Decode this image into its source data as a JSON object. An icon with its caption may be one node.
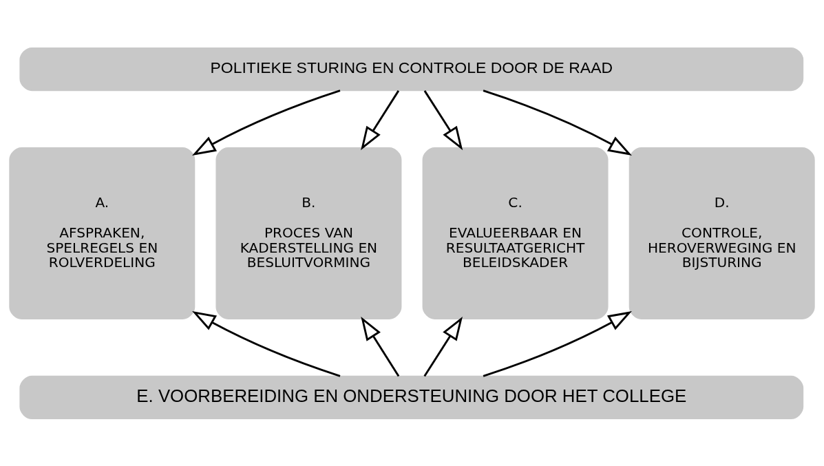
{
  "diagram": {
    "nodes": [
      {
        "text": [
          "POLITIEKE STURING EN CONTROLE DOOR DE RAAD"
        ]
      },
      {
        "text": [
          "A.",
          "AFSPRAKEN, SPELREGELS EN ROLVERDELING"
        ]
      },
      {
        "text": [
          "B.",
          "PROCES VAN KADERSTELLING EN BESLUITVORMING"
        ]
      },
      {
        "text": [
          "C.",
          "EVALUEERBAAR EN RESULTAATGERICHT BELEIDSKADER"
        ]
      },
      {
        "text": [
          "D.",
          "CONTROLE, HEROVERWEGING EN BIJSTURING"
        ]
      },
      {
        "text": [
          "E. VOORBEREIDING EN ONDERSTEUNING DOOR HET COLLEGE"
        ]
      }
    ],
    "edges": [
      {
        "from": 0,
        "to": 1,
        "arrow": "to"
      },
      {
        "from": 0,
        "to": 2,
        "arrow": "to"
      },
      {
        "from": 0,
        "to": 3,
        "arrow": "to"
      },
      {
        "from": 0,
        "to": 4,
        "arrow": "to"
      },
      {
        "from": 5,
        "to": 1,
        "arrow": "to"
      },
      {
        "from": 5,
        "to": 2,
        "arrow": "to"
      },
      {
        "from": 5,
        "to": 3,
        "arrow": "to"
      },
      {
        "from": 5,
        "to": 4,
        "arrow": "to"
      }
    ]
  }
}
